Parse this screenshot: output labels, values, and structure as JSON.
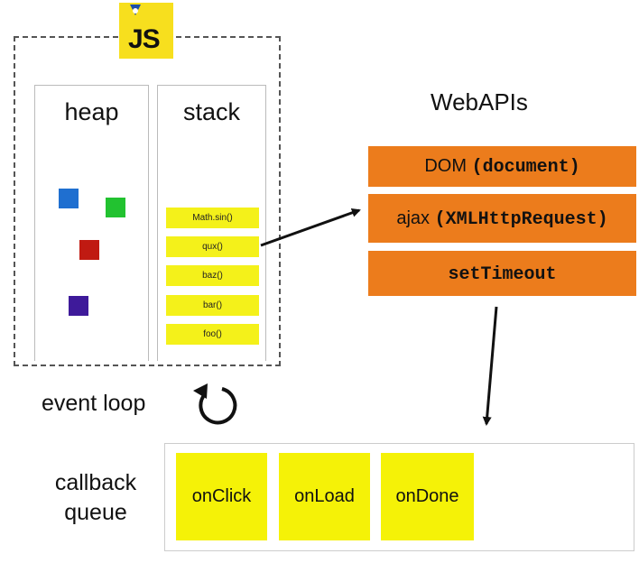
{
  "engine": {
    "logo_text": "JS",
    "heap": {
      "title": "heap"
    },
    "stack": {
      "title": "stack",
      "frames": [
        "Math.sin()",
        "qux()",
        "baz()",
        "bar()",
        "foo()"
      ]
    }
  },
  "webapis": {
    "title": "WebAPIs",
    "items": [
      {
        "name": "DOM",
        "code": "(document)"
      },
      {
        "name": "ajax",
        "code": "(XMLHttpRequest)"
      },
      {
        "name": "",
        "code": "setTimeout"
      }
    ]
  },
  "event_loop": {
    "label": "event loop"
  },
  "callback_queue": {
    "label_line1": "callback",
    "label_line2": "queue",
    "callbacks": [
      "onClick",
      "onLoad",
      "onDone"
    ]
  },
  "colors": {
    "stack_frame": "#f4f11a",
    "webapi": "#ec7c1c",
    "callback": "#f5f207",
    "heap_objects": [
      "#1f6fd0",
      "#22c230",
      "#c01a12",
      "#3e1a9a"
    ]
  }
}
